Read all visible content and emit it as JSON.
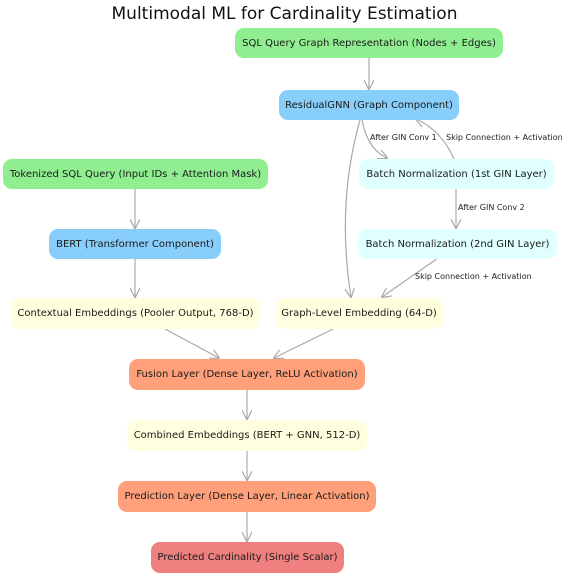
{
  "title": "Multimodal ML for Cardinality Estimation",
  "nodes": {
    "sql_graph": "SQL Query Graph Representation (Nodes + Edges)",
    "residual_gnn": "ResidualGNN (Graph Component)",
    "tokenized_sql": "Tokenized SQL Query (Input IDs + Attention Mask)",
    "batch_norm_1": "Batch Normalization (1st GIN Layer)",
    "bert": "BERT (Transformer Component)",
    "batch_norm_2": "Batch Normalization (2nd GIN Layer)",
    "contextual_embeddings": "Contextual Embeddings (Pooler Output, 768-D)",
    "graph_embedding": "Graph-Level Embedding (64-D)",
    "fusion": "Fusion Layer (Dense Layer, ReLU Activation)",
    "combined": "Combined Embeddings (BERT + GNN, 512-D)",
    "prediction": "Prediction Layer (Dense Layer, Linear Activation)",
    "predicted": "Predicted Cardinality (Single Scalar)"
  },
  "edge_labels": {
    "after_gin_1": "After GIN Conv 1",
    "skip_1": "Skip Connection + Activation",
    "after_gin_2": "After GIN Conv 2",
    "skip_2": "Skip Connection + Activation"
  },
  "colors": {
    "input": "#90ee90",
    "model": "#87cefa",
    "norm": "#e0ffff",
    "embedding": "#ffffe0",
    "layer": "#ffa07a",
    "output": "#f08080",
    "edge": "#a9a9a9"
  }
}
